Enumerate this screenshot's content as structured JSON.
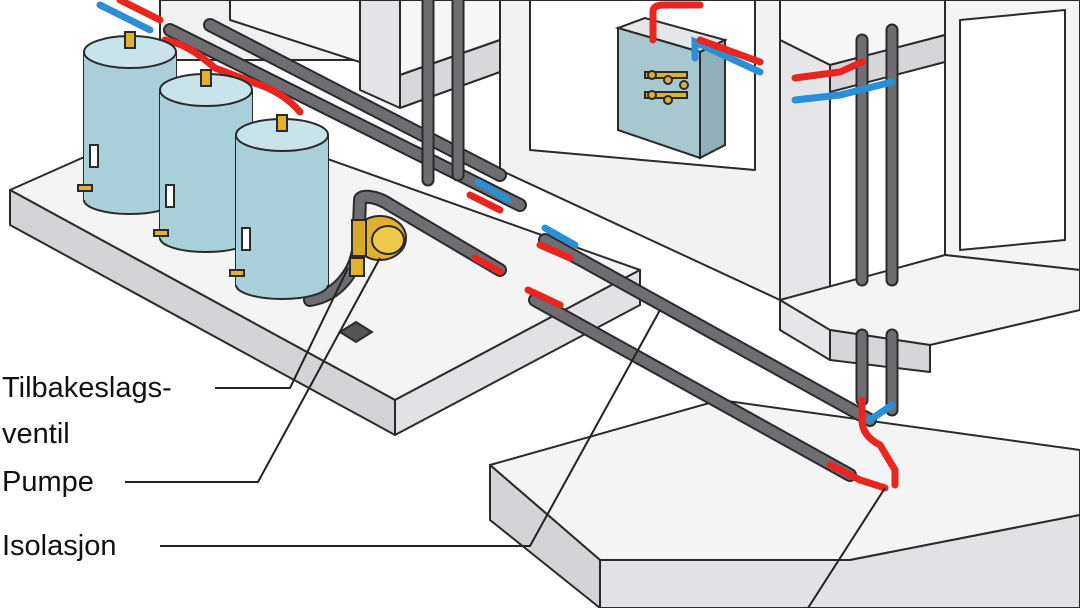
{
  "labels": {
    "tilbakeslag_line1": "Tilbakeslags-",
    "tilbakeslag_line2": "ventil",
    "pumpe": "Pumpe",
    "isolasjon": "Isolasjon"
  },
  "colors": {
    "hot_pipe": "#e8251f",
    "cold_pipe": "#2a8fd6",
    "insulation": "#6e6e72",
    "concrete": "#f4f4f4",
    "concrete_shade": "#d4d4d6",
    "tank_body": "#a9cfd8",
    "fitting": "#e0b030",
    "outline": "#2a2a2a"
  },
  "icons": {
    "water_heater": "cylindrical-water-heater-icon",
    "pump": "circulation-pump-icon",
    "check_valve": "check-valve-icon",
    "manifold": "distribution-manifold-icon",
    "floor_drain": "floor-drain-icon"
  }
}
